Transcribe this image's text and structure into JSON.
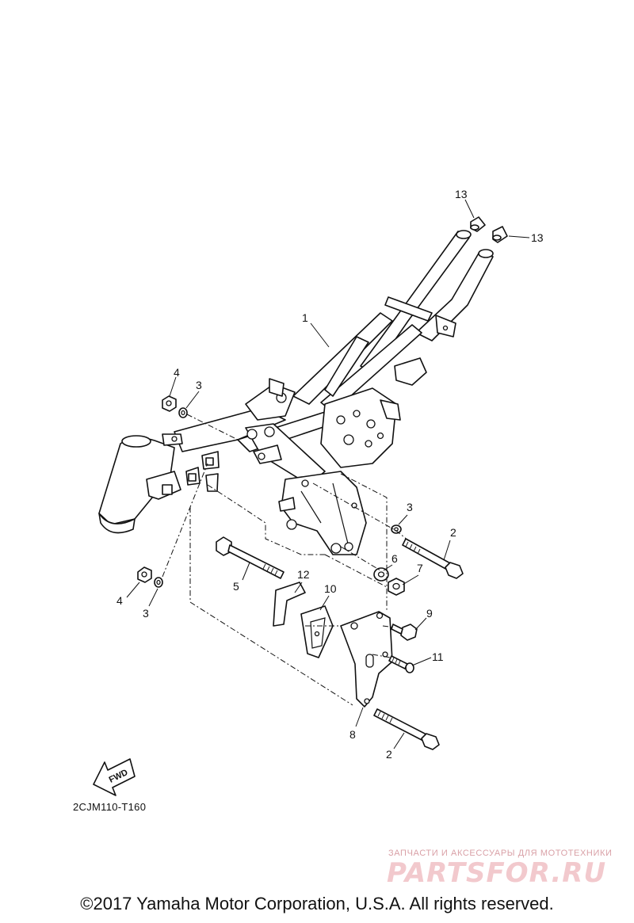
{
  "callouts": [
    {
      "id": "c13a",
      "label": "13"
    },
    {
      "id": "c13b",
      "label": "13"
    },
    {
      "id": "c1",
      "label": "1"
    },
    {
      "id": "c4a",
      "label": "4"
    },
    {
      "id": "c3a",
      "label": "3"
    },
    {
      "id": "c3b",
      "label": "3"
    },
    {
      "id": "c2a",
      "label": "2"
    },
    {
      "id": "c6",
      "label": "6"
    },
    {
      "id": "c7",
      "label": "7"
    },
    {
      "id": "c5",
      "label": "5"
    },
    {
      "id": "c12",
      "label": "12"
    },
    {
      "id": "c10",
      "label": "10"
    },
    {
      "id": "c9",
      "label": "9"
    },
    {
      "id": "c11",
      "label": "11"
    },
    {
      "id": "c4b",
      "label": "4"
    },
    {
      "id": "c3c",
      "label": "3"
    },
    {
      "id": "c8",
      "label": "8"
    },
    {
      "id": "c2b",
      "label": "2"
    }
  ],
  "fwd_label": "FWD",
  "diagram_code": "2CJM110-T160",
  "watermark": {
    "tagline": "ЗАПЧАСТИ И АКСЕССУАРЫ ДЛЯ МОТОТЕХНИКИ",
    "logo": "PARTSFOR.RU"
  },
  "copyright": "©2017 Yamaha Motor Corporation, U.S.A. All rights reserved."
}
